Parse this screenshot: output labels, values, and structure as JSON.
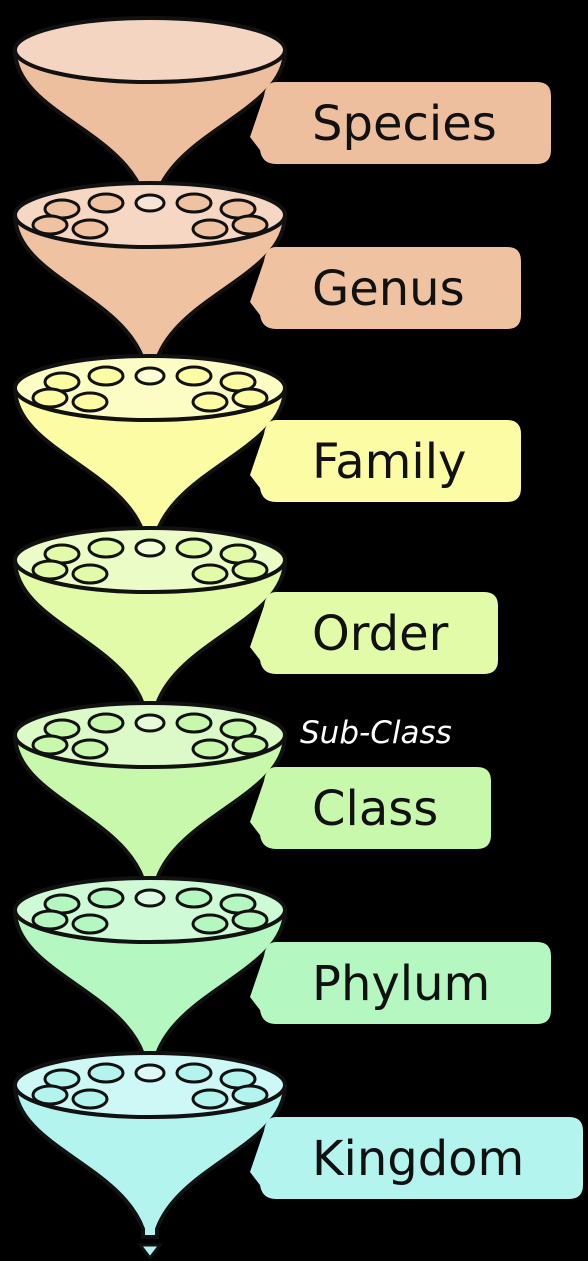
{
  "levels": [
    {
      "label": "Species",
      "color": "#eebf9f"
    },
    {
      "label": "Genus",
      "color": "#efc2a2"
    },
    {
      "label": "Family",
      "color": "#fbfca4"
    },
    {
      "label": "Order",
      "color": "#e2fba8"
    },
    {
      "label": "Class",
      "color": "#c8f8ab"
    },
    {
      "label": "Phylum",
      "color": "#b4f7c0"
    },
    {
      "label": "Kingdom",
      "color": "#b3f4ef"
    }
  ],
  "annotation": {
    "label": "Sub-Class",
    "color": "#ffffff"
  },
  "outline_color": "#111111",
  "background": "#000000"
}
